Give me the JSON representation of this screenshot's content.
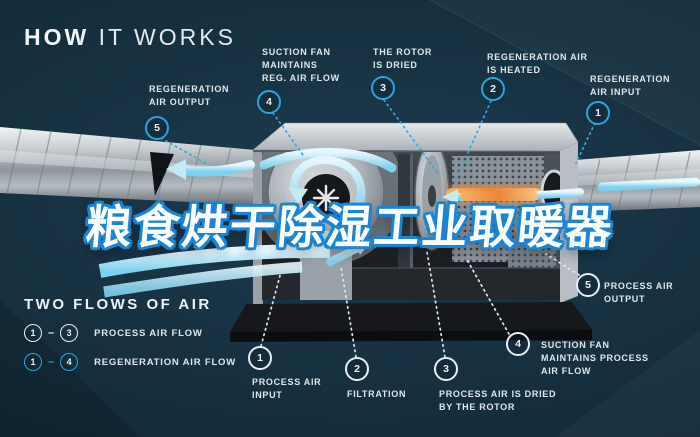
{
  "title": {
    "strong": "HOW",
    "light": " IT WORKS"
  },
  "overlay_title": "粮食烘干除湿工业取暖器",
  "colors": {
    "background_navy": "#132b3c",
    "accent_blue": "#2ea3dc",
    "overlay_outline_blue": "#1a85d6",
    "label_white": "#e9eef2",
    "heater_orange": "#ef8330",
    "duct_silver": "#c3c9cd"
  },
  "callouts": {
    "regen_output": {
      "num": "5",
      "label": "REGENERATION\nAIR OUTPUT"
    },
    "regen_suction_fan": {
      "num": "4",
      "label": "SUCTION FAN\nMAINTAINS\nREG. AIR FLOW"
    },
    "rotor_dried": {
      "num": "3",
      "label": "THE ROTOR\nIS DRIED"
    },
    "regen_heated": {
      "num": "2",
      "label": "REGENERATION AIR\nIS HEATED"
    },
    "regen_input": {
      "num": "1",
      "label": "REGENERATION\nAIR INPUT"
    },
    "process_input": {
      "num": "1",
      "label": "PROCESS AIR\nINPUT"
    },
    "filtration": {
      "num": "2",
      "label": "FILTRATION"
    },
    "process_dried": {
      "num": "3",
      "label": "PROCESS AIR IS DRIED\nBY THE ROTOR"
    },
    "process_suction_fan": {
      "num": "4",
      "label": "SUCTION FAN\nMAINTAINS PROCESS\nAIR FLOW"
    },
    "process_output": {
      "num": "5",
      "label": "PROCESS AIR\nOUTPUT"
    }
  },
  "legend": {
    "heading": "TWO FLOWS OF AIR",
    "dash": "–",
    "rows": [
      {
        "from": "1",
        "to": "3",
        "label": "PROCESS AIR FLOW",
        "style": "process"
      },
      {
        "from": "1",
        "to": "4",
        "label": "REGENERATION AIR FLOW",
        "style": "regeneration"
      }
    ]
  }
}
